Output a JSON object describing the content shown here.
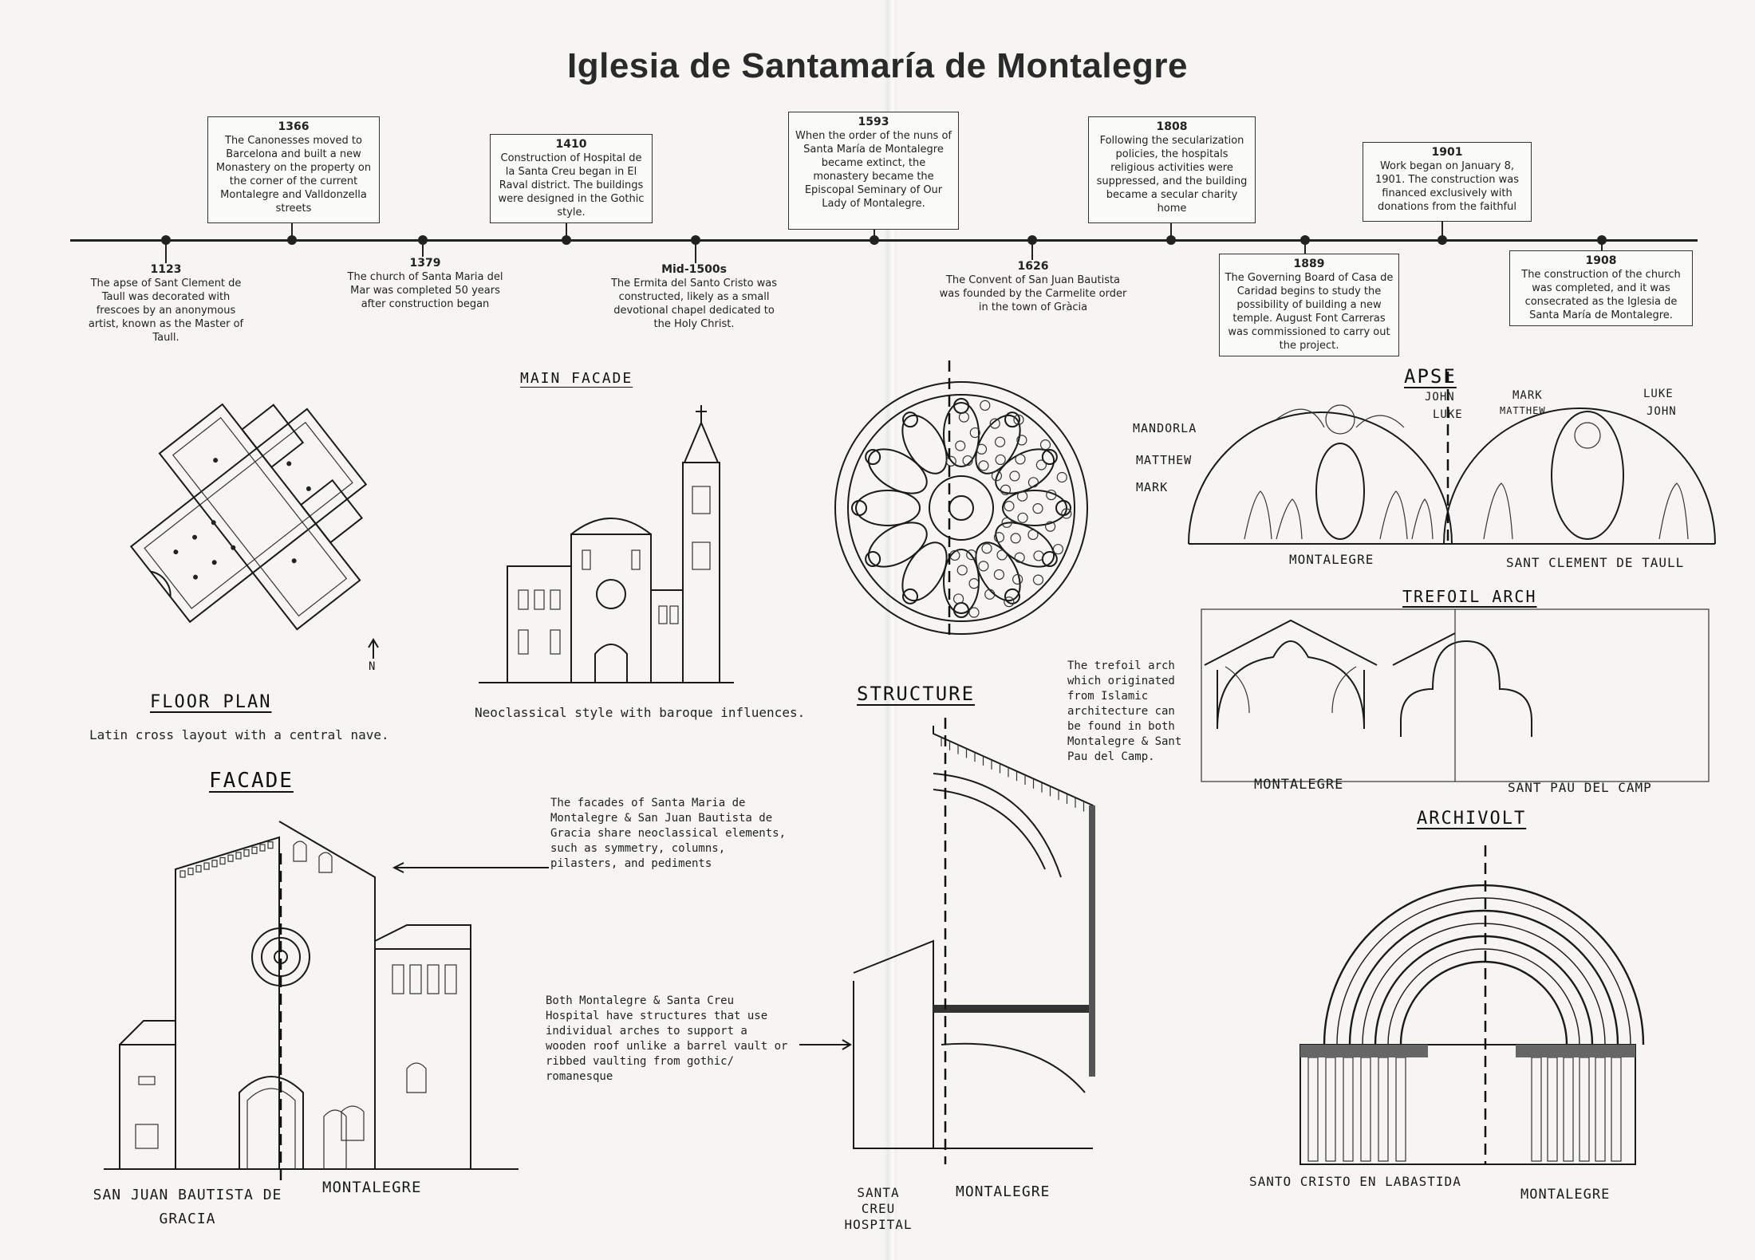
{
  "title": "Iglesia de Santamaría de Montalegre",
  "timeline": {
    "above": [
      {
        "year": "1366",
        "text": "The Canonesses moved to Barcelona and built a new Monastery on the property on the corner of the current Montalegre and Valldonzella streets"
      },
      {
        "year": "1410",
        "text": "Construction of Hospital de la Santa Creu began in El Raval district. The buildings were designed in the Gothic style."
      },
      {
        "year": "1593",
        "text": "When the order of the nuns of Santa María de Montalegre became extinct, the monastery became the Episcopal Seminary of Our Lady of Montalegre."
      },
      {
        "year": "1808",
        "text": "Following the secularization policies, the hospitals religious activities were suppressed, and the building became a secular charity home"
      },
      {
        "year": "1901",
        "text": "Work began on January 8, 1901. The construction was financed exclusively with donations from the faithful"
      }
    ],
    "below": [
      {
        "year": "1123",
        "text": "The apse of Sant Clement de Taull was decorated with frescoes by an anonymous artist, known as the Master of Taull."
      },
      {
        "year": "1379",
        "text": "The church of Santa Maria del Mar was completed 50 years after construction began"
      },
      {
        "year": "Mid-1500s",
        "text": "The Ermita del Santo Cristo was constructed, likely as a small devotional chapel dedicated to the Holy Christ."
      },
      {
        "year": "1626",
        "text": "The Convent of San Juan Bautista was founded by the Carmelite order in the town of Gràcia"
      },
      {
        "year": "1889",
        "text": "The Governing Board of Casa de Caridad begins to study the possibility of building a new temple. August Font Carreras was commissioned to carry out the project."
      },
      {
        "year": "1908",
        "text": "The construction of the church was completed, and it was consecrated as the Iglesia de Santa María de Montalegre."
      }
    ]
  },
  "sections": {
    "floor_plan": {
      "heading": "FLOOR PLAN",
      "caption": "Latin cross layout with a central nave.",
      "north": "N"
    },
    "main_facade": {
      "heading": "MAIN FACADE",
      "caption": "Neoclassical style with baroque influences."
    },
    "facade": {
      "heading": "FACADE",
      "note": "The facades of Santa Maria de Montalegre & San Juan Bautista de Gracia share neoclassical elements, such as symmetry, columns, pilasters, and pediments",
      "left_label": "SAN JUAN BAUTISTA DE GRACIA",
      "right_label": "MONTALEGRE"
    },
    "structure": {
      "heading": "STRUCTURE",
      "note": "Both Montalegre & Santa Creu Hospital have structures that use individual arches to support a wooden roof unlike a barrel vault or ribbed vaulting from gothic/ romanesque",
      "left_label": "SANTA CREU HOSPITAL",
      "right_label": "MONTALEGRE"
    },
    "apse": {
      "heading": "APSE",
      "labels": [
        "MANDORLA",
        "MATTHEW",
        "MARK",
        "JOHN",
        "LUKE",
        "MARK",
        "MATTHEW",
        "LUKE",
        "JOHN"
      ],
      "left_label": "MONTALEGRE",
      "right_label": "SANT CLEMENT DE TAULL"
    },
    "trefoil": {
      "heading": "TREFOIL ARCH",
      "note": "The trefoil arch which originated from Islamic architecture can be found in both Montalegre & Sant Pau del Camp.",
      "left_label": "MONTALEGRE",
      "right_label": "SANT PAU DEL CAMP"
    },
    "archivolt": {
      "heading": "ARCHIVOLT",
      "left_label": "SANTO CRISTO EN LABASTIDA",
      "right_label": "MONTALEGRE"
    }
  }
}
